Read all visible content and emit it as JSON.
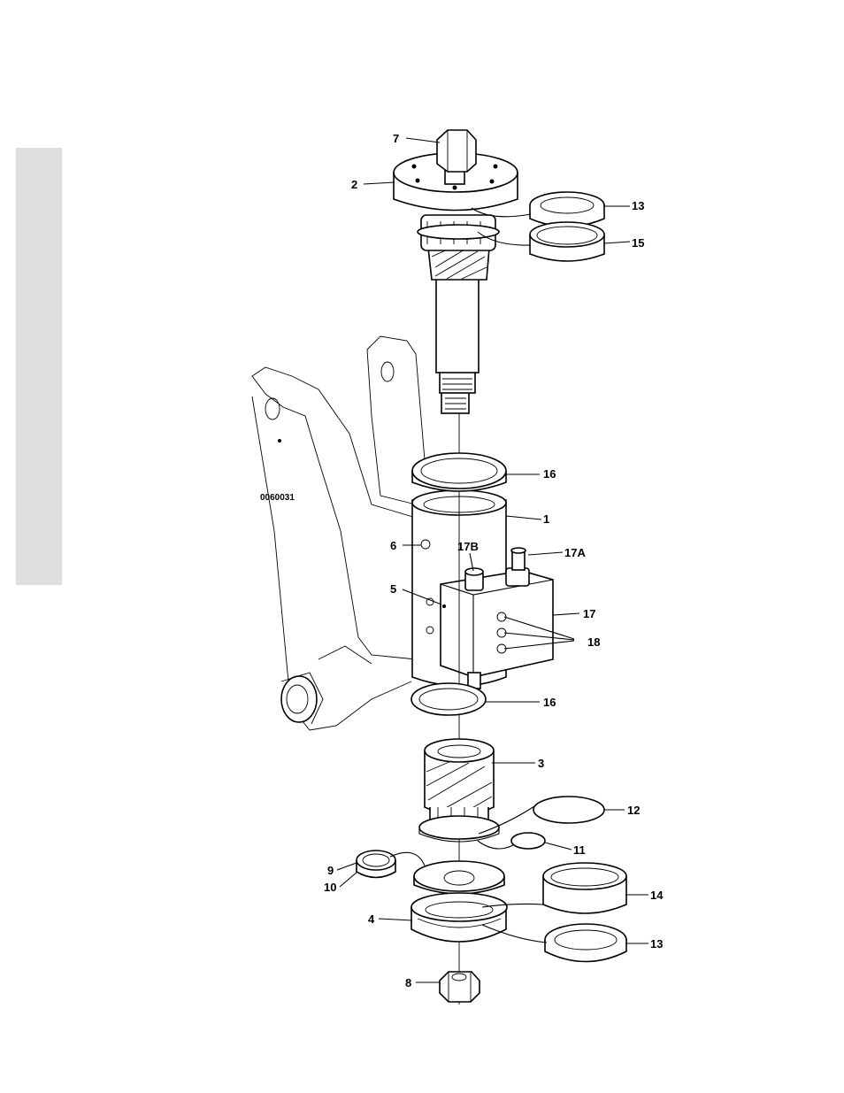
{
  "figure_id": "0060031",
  "callouts": [
    {
      "id": "c7",
      "label": "7"
    },
    {
      "id": "c2",
      "label": "2"
    },
    {
      "id": "c13a",
      "label": "13"
    },
    {
      "id": "c15",
      "label": "15"
    },
    {
      "id": "c16a",
      "label": "16"
    },
    {
      "id": "c1",
      "label": "1"
    },
    {
      "id": "c6",
      "label": "6"
    },
    {
      "id": "c17b",
      "label": "17B"
    },
    {
      "id": "c17a",
      "label": "17A"
    },
    {
      "id": "c5",
      "label": "5"
    },
    {
      "id": "c17",
      "label": "17"
    },
    {
      "id": "c18",
      "label": "18"
    },
    {
      "id": "c16b",
      "label": "16"
    },
    {
      "id": "c3",
      "label": "3"
    },
    {
      "id": "c12",
      "label": "12"
    },
    {
      "id": "c11",
      "label": "11"
    },
    {
      "id": "c9",
      "label": "9"
    },
    {
      "id": "c10",
      "label": "10"
    },
    {
      "id": "c14",
      "label": "14"
    },
    {
      "id": "c4",
      "label": "4"
    },
    {
      "id": "c13b",
      "label": "13"
    },
    {
      "id": "c8",
      "label": "8"
    }
  ]
}
